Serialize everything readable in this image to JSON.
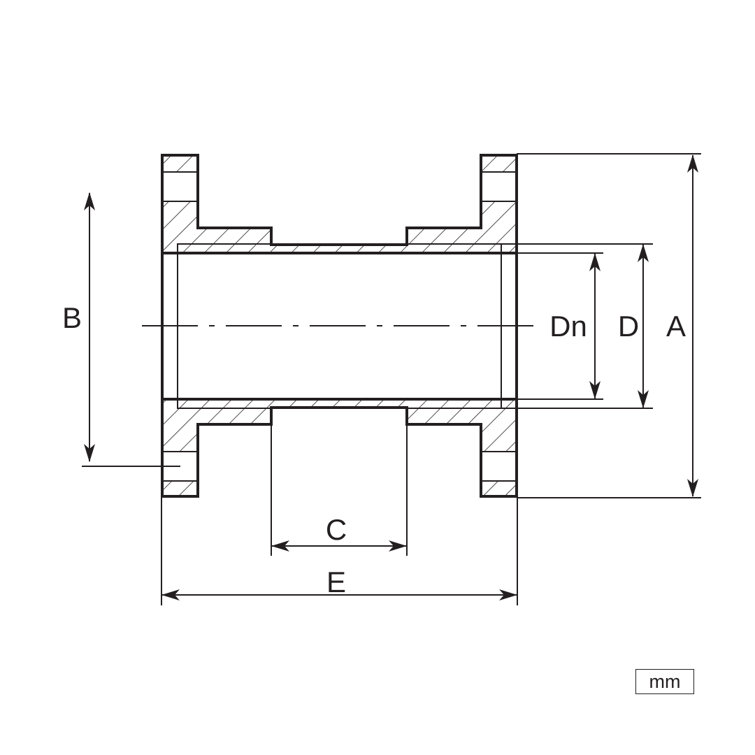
{
  "labels": {
    "a": "A",
    "b": "B",
    "c": "C",
    "d": "D",
    "dn": "Dn",
    "e": "E"
  },
  "unit": "mm"
}
